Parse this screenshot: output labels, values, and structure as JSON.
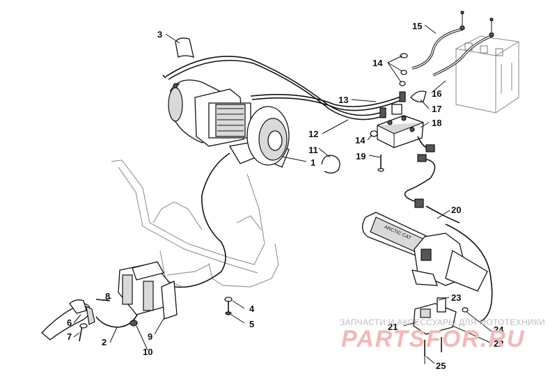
{
  "callouts": {
    "c1": "1",
    "c2": "2",
    "c3": "3",
    "c4": "4",
    "c5": "5",
    "c6": "6",
    "c7": "7",
    "c8": "8",
    "c9": "9",
    "c10": "10",
    "c11": "11",
    "c12": "12",
    "c13": "13",
    "c14a": "14",
    "c14b": "14",
    "c15": "15",
    "c16": "16",
    "c17": "17",
    "c18": "18",
    "c19": "19",
    "c20": "20",
    "c21": "21",
    "c22": "22",
    "c23": "23",
    "c24": "24",
    "c25": "25"
  },
  "grip_text": "ARCTIC CAT",
  "watermark": {
    "tagline": "ЗАПЧАСТИ И АКСЕССУАРЫ ДЛЯ МОТОТЕХНИКИ",
    "brand": "PARTSFOR.RU"
  },
  "colors": {
    "watermark_brand": "#f2b8b8",
    "watermark_tagline": "#bdbdbd"
  }
}
